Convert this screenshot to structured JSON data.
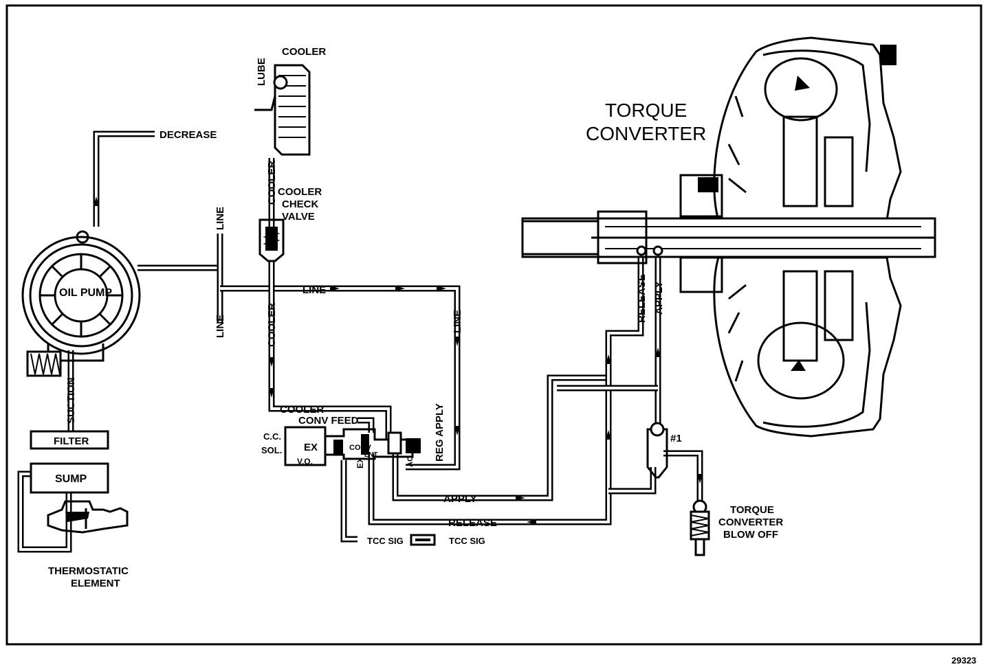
{
  "labels": {
    "cooler_top": "COOLER",
    "lube": "LUBE",
    "cooler_vertical_upper": "COOLER",
    "cooler_check_valve_1": "COOLER",
    "cooler_check_valve_2": "CHECK",
    "cooler_check_valve_3": "VALVE",
    "decrease": "DECREASE",
    "line_upper_vertical": "LINE",
    "line_lower_vertical": "LINE",
    "line_horizontal": "LINE",
    "line_right_vertical": "LINE",
    "cooler_vertical_lower": "COOLER",
    "oil_pump": "OIL PUMP",
    "suction": "SUCTION",
    "filter": "FILTER",
    "sump": "SUMP",
    "thermostatic_1": "THERMOSTATIC",
    "thermostatic_2": "ELEMENT",
    "cooler_horizontal": "COOLER",
    "conv_feed": "CONV FEED",
    "cc_sol_1": "C.C.",
    "cc_sol_2": "SOL.",
    "ex_left": "EX",
    "vo": "V.O.",
    "conv": "CONV",
    "ex_mid": "EX",
    "lnt": "LNT",
    "reg_apply": "REG APPLY",
    "ac": "AC",
    "apply_horizontal": "APPLY",
    "release_horizontal": "RELEASE",
    "tcc_sig_1": "TCC SIG",
    "tcc_sig_2": "TCC SIG",
    "release_vertical": "RELEASE",
    "apply_vertical": "APPLY",
    "check_ball_1": "#1",
    "torque_converter_1": "TORQUE",
    "torque_converter_2": "CONVERTER",
    "blow_off_1": "TORQUE",
    "blow_off_2": "CONVERTER",
    "blow_off_3": "BLOW OFF",
    "figure_number": "29323"
  }
}
